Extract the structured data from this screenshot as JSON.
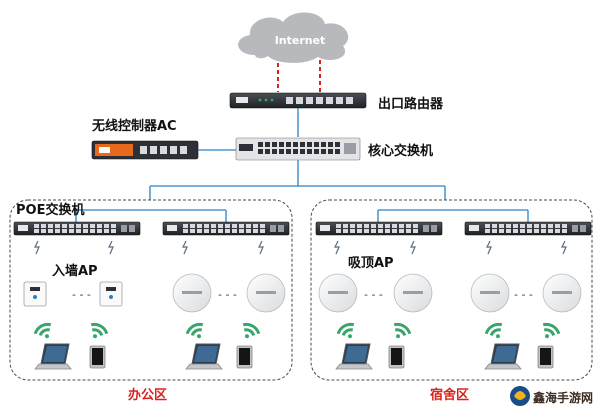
{
  "cloud_label": "Internet",
  "labels": {
    "router": "出口路由器",
    "ac_controller": "无线控制器AC",
    "core_switch": "核心交换机",
    "poe_switch": "POE交换机",
    "wall_ap": "入墙AP",
    "ceiling_ap": "吸顶AP",
    "dash": "- - -"
  },
  "zones": {
    "office": "办公区",
    "dorm": "宿舍区"
  },
  "watermark": "鑫海手游网",
  "colors": {
    "cloud": "#b7b9bd",
    "internet_link": "#d8231c",
    "zone_border": "#4a4a4a",
    "uplink": "#2a84c6",
    "device_dark": "#2d3036",
    "ac_body": "#e8691c",
    "wifi": "#3aa56b",
    "zone_label": "#d8231c"
  },
  "icons": [
    "cloud-icon",
    "router-icon",
    "switch-icon",
    "wall-ap-icon",
    "ceiling-ap-icon",
    "wifi-icon",
    "laptop-icon",
    "tablet-icon"
  ]
}
